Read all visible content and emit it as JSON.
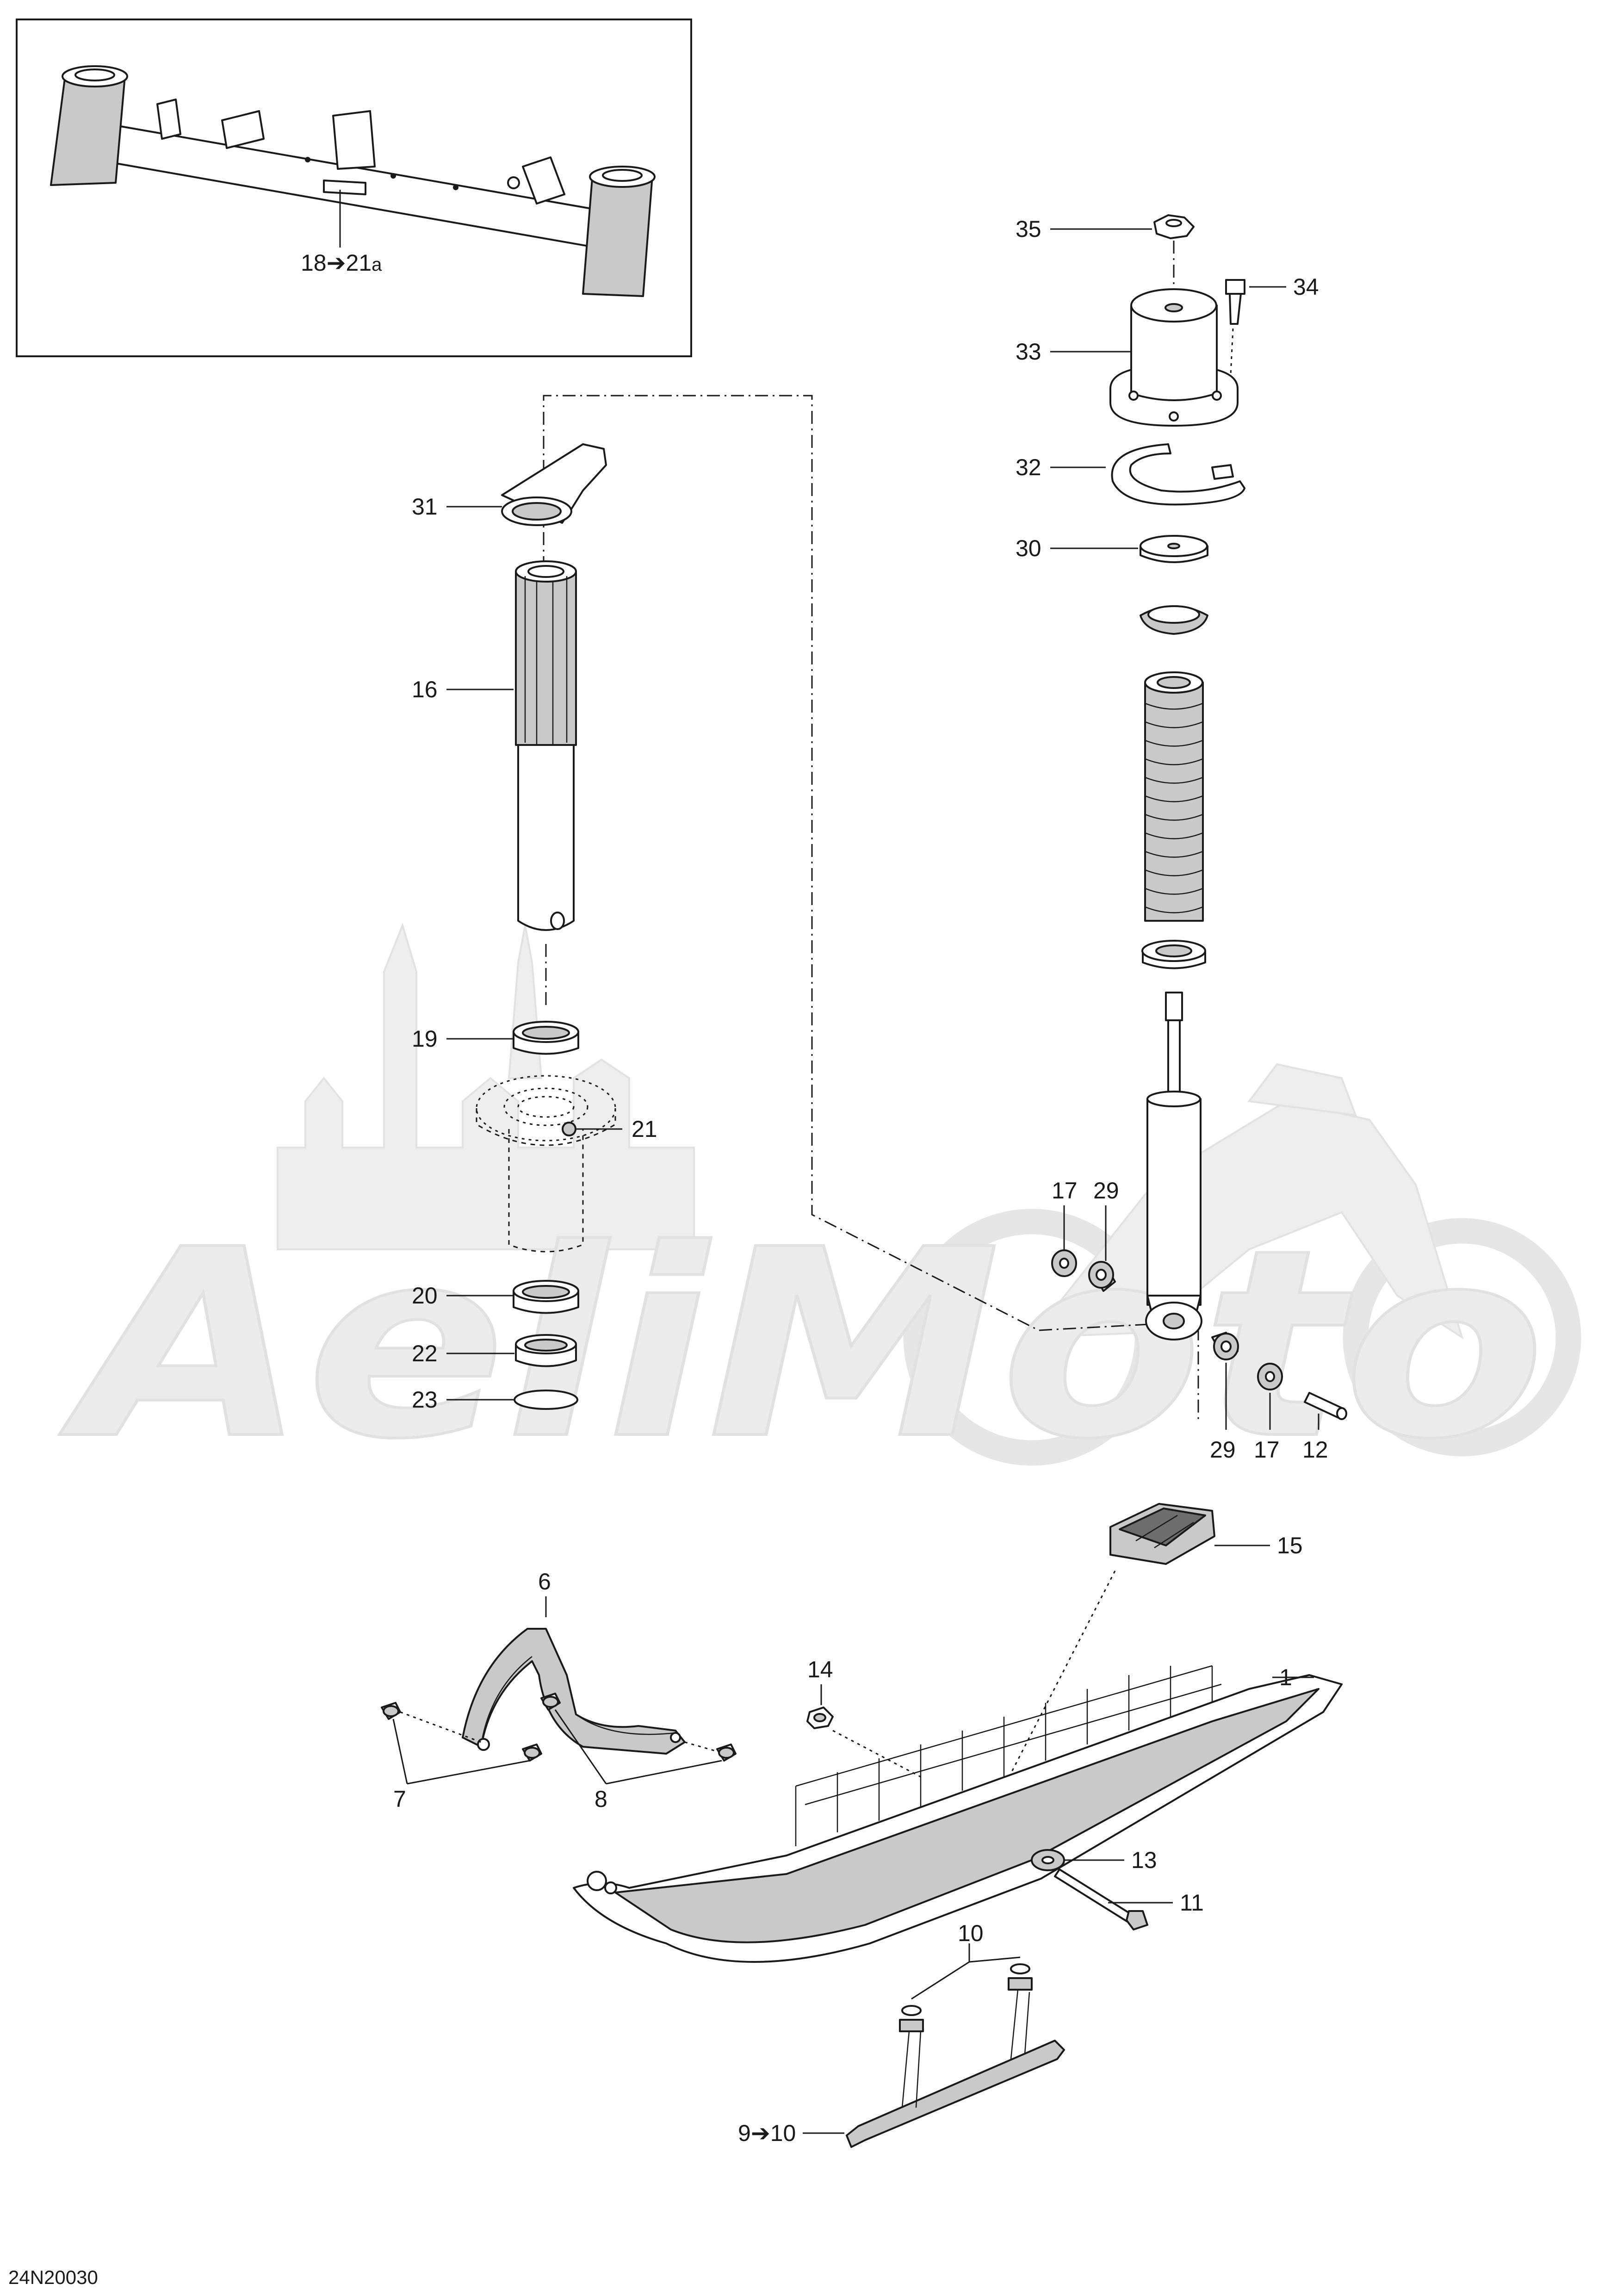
{
  "watermark": {
    "text": "AeliMoto"
  },
  "inset_label": {
    "text": "18",
    "arrow": "➔",
    "target": "21",
    "suffix": "a"
  },
  "callouts": {
    "c1": "1",
    "c6": "6",
    "c7": "7",
    "c8": "8",
    "c9": "9",
    "c9_arrow": "➔",
    "c9_target": "10",
    "c10": "10",
    "c11": "11",
    "c12": "12",
    "c13": "13",
    "c14": "14",
    "c15": "15",
    "c16": "16",
    "c17a": "17",
    "c17b": "17",
    "c19": "19",
    "c20": "20",
    "c21": "21",
    "c22": "22",
    "c23": "23",
    "c29a": "29",
    "c29b": "29",
    "c30": "30",
    "c31": "31",
    "c32": "32",
    "c33": "33",
    "c34": "34",
    "c35": "35"
  },
  "drawing_code": "24N20030"
}
